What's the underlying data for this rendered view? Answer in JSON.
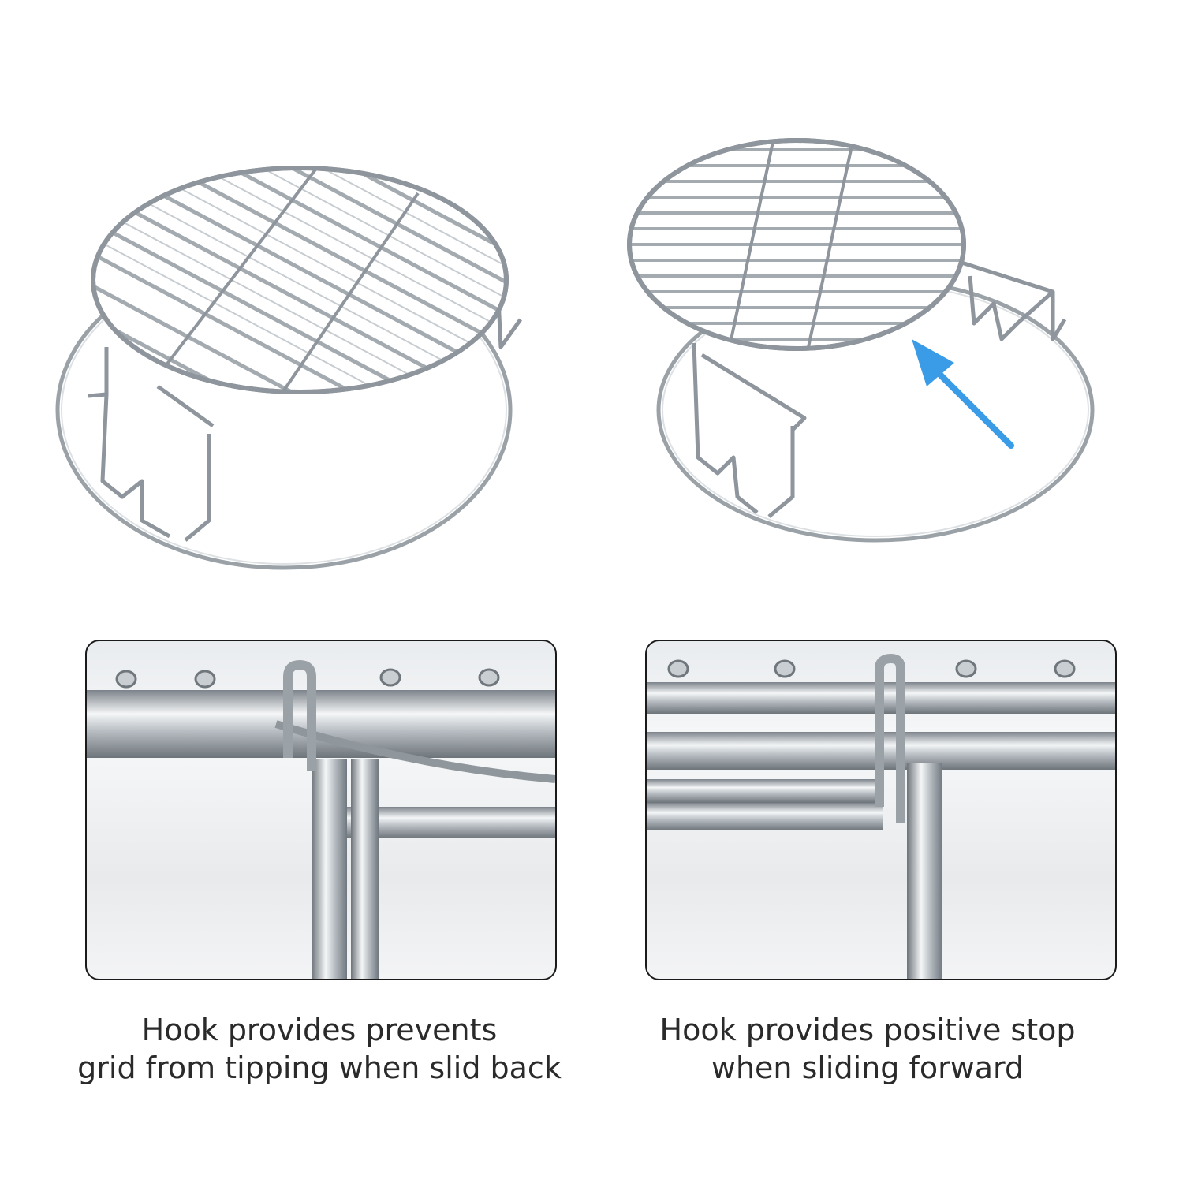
{
  "captions": {
    "left": {
      "line1": "Hook provides prevents",
      "line2": "grid from tipping when slid back"
    },
    "right": {
      "line1": "Hook provides positive stop",
      "line2": "when sliding forward"
    }
  },
  "colors": {
    "steel": "#8e959c",
    "steel_light": "#d7dce0",
    "arrow": "#3a9be6",
    "frame_border": "#1a1a1a",
    "text": "#2a2a2a"
  },
  "icons": [
    "arrow-icon"
  ]
}
